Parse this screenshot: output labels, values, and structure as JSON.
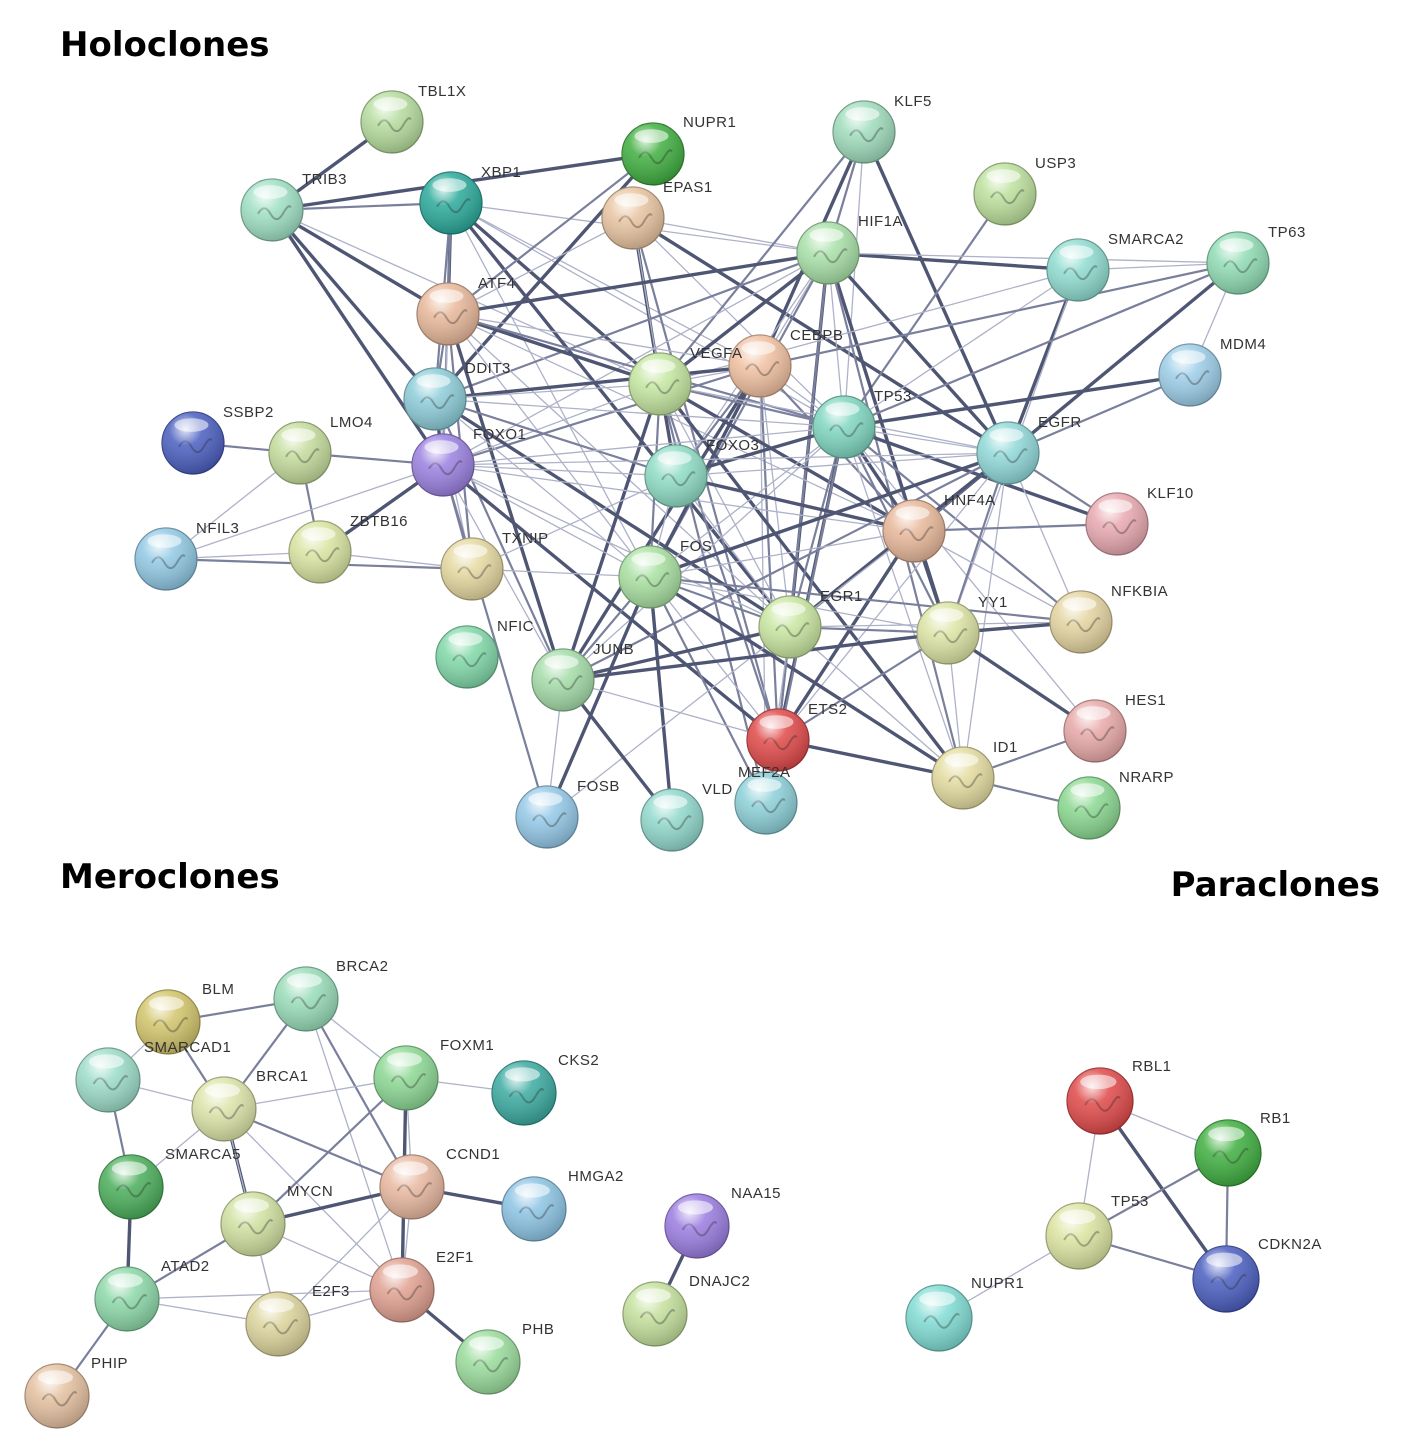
{
  "panels": [
    {
      "id": "holoclones",
      "title": "Holoclones",
      "nodes": [
        {
          "id": "TBL1X",
          "label": "TBL1X",
          "color": "#b5dc9c"
        },
        {
          "id": "NUPR1",
          "label": "NUPR1",
          "color": "#3fae3f"
        },
        {
          "id": "KLF5",
          "label": "KLF5",
          "color": "#9fdcbc"
        },
        {
          "id": "TRIB3",
          "label": "TRIB3",
          "color": "#9fe0c4"
        },
        {
          "id": "XBP1",
          "label": "XBP1",
          "color": "#2aa99a"
        },
        {
          "id": "EPAS1",
          "label": "EPAS1",
          "color": "#e8c4a0"
        },
        {
          "id": "USP3",
          "label": "USP3",
          "color": "#bce09c"
        },
        {
          "id": "HIF1A",
          "label": "HIF1A",
          "color": "#a8e0a8"
        },
        {
          "id": "SMARCA2",
          "label": "SMARCA2",
          "color": "#8fdcd0"
        },
        {
          "id": "TP63",
          "label": "TP63",
          "color": "#8fdcb4"
        },
        {
          "id": "ATF4",
          "label": "ATF4",
          "color": "#e8b89a"
        },
        {
          "id": "CEBPB",
          "label": "CEBPB",
          "color": "#f0c0a0"
        },
        {
          "id": "VEGFA",
          "label": "VEGFA",
          "color": "#c4e6a0"
        },
        {
          "id": "MDM4",
          "label": "MDM4",
          "color": "#9ccde8"
        },
        {
          "id": "DDIT3",
          "label": "DDIT3",
          "color": "#8cccd8"
        },
        {
          "id": "TP53",
          "label": "TP53",
          "color": "#7fd6c0"
        },
        {
          "id": "SSBP2",
          "label": "SSBP2",
          "color": "#4a5ec0"
        },
        {
          "id": "LMO4",
          "label": "LMO4",
          "color": "#c4dc9c"
        },
        {
          "id": "FOXO1",
          "label": "FOXO1",
          "color": "#9a80e0"
        },
        {
          "id": "FOXO3",
          "label": "FOXO3",
          "color": "#8edcc4"
        },
        {
          "id": "EGFR",
          "label": "EGFR",
          "color": "#90d8d8"
        },
        {
          "id": "HNF4A",
          "label": "HNF4A",
          "color": "#e8b89a"
        },
        {
          "id": "KLF10",
          "label": "KLF10",
          "color": "#e8a8b0"
        },
        {
          "id": "NFIL3",
          "label": "NFIL3",
          "color": "#90c8e4"
        },
        {
          "id": "ZBTB16",
          "label": "ZBTB16",
          "color": "#d8e4a0"
        },
        {
          "id": "TXNIP",
          "label": "TXNIP",
          "color": "#e4d8a0"
        },
        {
          "id": "FOS",
          "label": "FOS",
          "color": "#a8e0a0"
        },
        {
          "id": "EGR1",
          "label": "EGR1",
          "color": "#c8e6a0"
        },
        {
          "id": "YY1",
          "label": "YY1",
          "color": "#dce4a4"
        },
        {
          "id": "NFKBIA",
          "label": "NFKBIA",
          "color": "#e4d4a0"
        },
        {
          "id": "NFIC",
          "label": "NFIC",
          "color": "#80d8a8"
        },
        {
          "id": "JUNB",
          "label": "JUNB",
          "color": "#a4dca8"
        },
        {
          "id": "ETS2",
          "label": "ETS2",
          "color": "#e04848"
        },
        {
          "id": "HES1",
          "label": "HES1",
          "color": "#e8a8a8"
        },
        {
          "id": "ID1",
          "label": "ID1",
          "color": "#e4dca0"
        },
        {
          "id": "FOSB",
          "label": "FOSB",
          "color": "#94c8e8"
        },
        {
          "id": "VLDLR",
          "label": "VLD",
          "color": "#90d8cc"
        },
        {
          "id": "MEF2A",
          "label": "MEF2A",
          "color": "#8cd0d8"
        },
        {
          "id": "NRARP",
          "label": "NRARP",
          "color": "#8ad890"
        }
      ],
      "edges": [
        [
          "TBL1X",
          "TRIB3"
        ],
        [
          "TRIB3",
          "XBP1"
        ],
        [
          "TRIB3",
          "ATF4"
        ],
        [
          "TRIB3",
          "DDIT3"
        ],
        [
          "TRIB3",
          "NUPR1"
        ],
        [
          "TRIB3",
          "VEGFA"
        ],
        [
          "TRIB3",
          "FOXO1"
        ],
        [
          "XBP1",
          "ATF4"
        ],
        [
          "XBP1",
          "DDIT3"
        ],
        [
          "XBP1",
          "HIF1A"
        ],
        [
          "XBP1",
          "VEGFA"
        ],
        [
          "XBP1",
          "FOXO1"
        ],
        [
          "XBP1",
          "TP53"
        ],
        [
          "XBP1",
          "FOS"
        ],
        [
          "XBP1",
          "EGR1"
        ],
        [
          "XBP1",
          "CEBPB"
        ],
        [
          "NUPR1",
          "ATF4"
        ],
        [
          "NUPR1",
          "DDIT3"
        ],
        [
          "EPAS1",
          "HIF1A"
        ],
        [
          "EPAS1",
          "VEGFA"
        ],
        [
          "EPAS1",
          "EGFR"
        ],
        [
          "EPAS1",
          "TP53"
        ],
        [
          "EPAS1",
          "ATF4"
        ],
        [
          "EPAS1",
          "ETS2"
        ],
        [
          "EPAS1",
          "FOXO3"
        ],
        [
          "KLF5",
          "HIF1A"
        ],
        [
          "KLF5",
          "VEGFA"
        ],
        [
          "KLF5",
          "CEBPB"
        ],
        [
          "KLF5",
          "EGFR"
        ],
        [
          "KLF5",
          "TP53"
        ],
        [
          "USP3",
          "TP53"
        ],
        [
          "HIF1A",
          "VEGFA"
        ],
        [
          "HIF1A",
          "TP53"
        ],
        [
          "HIF1A",
          "EGFR"
        ],
        [
          "HIF1A",
          "CEBPB"
        ],
        [
          "HIF1A",
          "ATF4"
        ],
        [
          "HIF1A",
          "FOXO3"
        ],
        [
          "HIF1A",
          "FOS"
        ],
        [
          "HIF1A",
          "EGR1"
        ],
        [
          "HIF1A",
          "ETS2"
        ],
        [
          "HIF1A",
          "HNF4A"
        ],
        [
          "HIF1A",
          "SMARCA2"
        ],
        [
          "HIF1A",
          "TP63"
        ],
        [
          "HIF1A",
          "DDIT3"
        ],
        [
          "HIF1A",
          "FOXO1"
        ],
        [
          "HIF1A",
          "YY1"
        ],
        [
          "HIF1A",
          "ID1"
        ],
        [
          "SMARCA2",
          "TP53"
        ],
        [
          "SMARCA2",
          "TP63"
        ],
        [
          "SMARCA2",
          "EGFR"
        ],
        [
          "SMARCA2",
          "VEGFA"
        ],
        [
          "SMARCA2",
          "YY1"
        ],
        [
          "TP63",
          "TP53"
        ],
        [
          "TP63",
          "MDM4"
        ],
        [
          "TP63",
          "EGFR"
        ],
        [
          "TP63",
          "CEBPB"
        ],
        [
          "TP63",
          "HNF4A"
        ],
        [
          "ATF4",
          "DDIT3"
        ],
        [
          "ATF4",
          "CEBPB"
        ],
        [
          "ATF4",
          "VEGFA"
        ],
        [
          "ATF4",
          "FOXO1"
        ],
        [
          "ATF4",
          "TP53"
        ],
        [
          "ATF4",
          "FOS"
        ],
        [
          "ATF4",
          "EGR1"
        ],
        [
          "ATF4",
          "JUNB"
        ],
        [
          "ATF4",
          "TXNIP"
        ],
        [
          "ATF4",
          "HNF4A"
        ],
        [
          "CEBPB",
          "VEGFA"
        ],
        [
          "CEBPB",
          "TP53"
        ],
        [
          "CEBPB",
          "FOS"
        ],
        [
          "CEBPB",
          "EGR1"
        ],
        [
          "CEBPB",
          "DDIT3"
        ],
        [
          "CEBPB",
          "FOXO1"
        ],
        [
          "CEBPB",
          "FOXO3"
        ],
        [
          "CEBPB",
          "JUNB"
        ],
        [
          "CEBPB",
          "ETS2"
        ],
        [
          "CEBPB",
          "HNF4A"
        ],
        [
          "CEBPB",
          "MEF2A"
        ],
        [
          "VEGFA",
          "TP53"
        ],
        [
          "VEGFA",
          "FOS"
        ],
        [
          "VEGFA",
          "EGR1"
        ],
        [
          "VEGFA",
          "DDIT3"
        ],
        [
          "VEGFA",
          "FOXO1"
        ],
        [
          "VEGFA",
          "FOXO3"
        ],
        [
          "VEGFA",
          "EGFR"
        ],
        [
          "VEGFA",
          "HNF4A"
        ],
        [
          "VEGFA",
          "ETS2"
        ],
        [
          "VEGFA",
          "JUNB"
        ],
        [
          "VEGFA",
          "ID1"
        ],
        [
          "VEGFA",
          "MEF2A"
        ],
        [
          "MDM4",
          "TP53"
        ],
        [
          "MDM4",
          "EGFR"
        ],
        [
          "DDIT3",
          "FOXO1"
        ],
        [
          "DDIT3",
          "TP53"
        ],
        [
          "DDIT3",
          "FOS"
        ],
        [
          "DDIT3",
          "JUNB"
        ],
        [
          "DDIT3",
          "EGR1"
        ],
        [
          "DDIT3",
          "FOXO3"
        ],
        [
          "DDIT3",
          "TXNIP"
        ],
        [
          "TP53",
          "EGFR"
        ],
        [
          "TP53",
          "HNF4A"
        ],
        [
          "TP53",
          "FOS"
        ],
        [
          "TP53",
          "EGR1"
        ],
        [
          "TP53",
          "FOXO1"
        ],
        [
          "TP53",
          "FOXO3"
        ],
        [
          "TP53",
          "YY1"
        ],
        [
          "TP53",
          "ETS2"
        ],
        [
          "TP53",
          "ID1"
        ],
        [
          "TP53",
          "KLF10"
        ],
        [
          "TP53",
          "NFKBIA"
        ],
        [
          "TP53",
          "JUNB"
        ],
        [
          "TP53",
          "MEF2A"
        ],
        [
          "TP53",
          "HES1"
        ],
        [
          "SSBP2",
          "LMO4"
        ],
        [
          "LMO4",
          "FOXO1"
        ],
        [
          "LMO4",
          "NFIL3"
        ],
        [
          "LMO4",
          "ZBTB16"
        ],
        [
          "FOXO1",
          "FOXO3"
        ],
        [
          "FOXO1",
          "FOS"
        ],
        [
          "FOXO1",
          "TXNIP"
        ],
        [
          "FOXO1",
          "EGFR"
        ],
        [
          "FOXO1",
          "JUNB"
        ],
        [
          "FOXO1",
          "ETS2"
        ],
        [
          "FOXO1",
          "HNF4A"
        ],
        [
          "FOXO1",
          "EGR1"
        ],
        [
          "FOXO1",
          "ZBTB16"
        ],
        [
          "FOXO1",
          "NFIL3"
        ],
        [
          "FOXO1",
          "FOSB"
        ],
        [
          "FOXO3",
          "FOS"
        ],
        [
          "FOXO3",
          "EGFR"
        ],
        [
          "FOXO3",
          "TXNIP"
        ],
        [
          "FOXO3",
          "EGR1"
        ],
        [
          "FOXO3",
          "HNF4A"
        ],
        [
          "EGFR",
          "HNF4A"
        ],
        [
          "EGFR",
          "FOS"
        ],
        [
          "EGFR",
          "EGR1"
        ],
        [
          "EGFR",
          "KLF10"
        ],
        [
          "EGFR",
          "NFKBIA"
        ],
        [
          "EGFR",
          "YY1"
        ],
        [
          "EGFR",
          "ID1"
        ],
        [
          "EGFR",
          "JUNB"
        ],
        [
          "EGFR",
          "ETS2"
        ],
        [
          "HNF4A",
          "FOS"
        ],
        [
          "HNF4A",
          "EGR1"
        ],
        [
          "HNF4A",
          "YY1"
        ],
        [
          "HNF4A",
          "NFKBIA"
        ],
        [
          "HNF4A",
          "KLF10"
        ],
        [
          "HNF4A",
          "ETS2"
        ],
        [
          "NFIL3",
          "ZBTB16"
        ],
        [
          "NFIL3",
          "TXNIP"
        ],
        [
          "ZBTB16",
          "TXNIP"
        ],
        [
          "TXNIP",
          "FOS"
        ],
        [
          "FOS",
          "EGR1"
        ],
        [
          "FOS",
          "JUNB"
        ],
        [
          "FOS",
          "FOSB"
        ],
        [
          "FOS",
          "ETS2"
        ],
        [
          "FOS",
          "YY1"
        ],
        [
          "FOS",
          "NFKBIA"
        ],
        [
          "FOS",
          "VLDLR"
        ],
        [
          "FOS",
          "MEF2A"
        ],
        [
          "FOS",
          "ID1"
        ],
        [
          "EGR1",
          "YY1"
        ],
        [
          "EGR1",
          "JUNB"
        ],
        [
          "EGR1",
          "ETS2"
        ],
        [
          "EGR1",
          "NFKBIA"
        ],
        [
          "EGR1",
          "MEF2A"
        ],
        [
          "EGR1",
          "ID1"
        ],
        [
          "EGR1",
          "FOSB"
        ],
        [
          "YY1",
          "NFKBIA"
        ],
        [
          "YY1",
          "ID1"
        ],
        [
          "YY1",
          "JUNB"
        ],
        [
          "YY1",
          "ETS2"
        ],
        [
          "JUNB",
          "FOSB"
        ],
        [
          "JUNB",
          "ETS2"
        ],
        [
          "JUNB",
          "VLDLR"
        ],
        [
          "ETS2",
          "ID1"
        ],
        [
          "ETS2",
          "MEF2A"
        ],
        [
          "ID1",
          "HES1"
        ],
        [
          "ID1",
          "NRARP"
        ],
        [
          "HES1",
          "YY1"
        ]
      ]
    },
    {
      "id": "meroclones",
      "title": "Meroclones",
      "nodes": [
        {
          "id": "BLM",
          "label": "BLM",
          "color": "#d2c46a"
        },
        {
          "id": "BRCA2",
          "label": "BRCA2",
          "color": "#98dcb8"
        },
        {
          "id": "SMARCAD1",
          "label": "SMARCAD1",
          "color": "#9cdcc8"
        },
        {
          "id": "FOXM1",
          "label": "FOXM1",
          "color": "#8cd894"
        },
        {
          "id": "CKS2",
          "label": "CKS2",
          "color": "#3aaaa0"
        },
        {
          "id": "BRCA1",
          "label": "BRCA1",
          "color": "#dce4a8"
        },
        {
          "id": "SMARCA5",
          "label": "SMARCA5",
          "color": "#4aae5a"
        },
        {
          "id": "CCND1",
          "label": "CCND1",
          "color": "#e8b8a0"
        },
        {
          "id": "HMGA2",
          "label": "HMGA2",
          "color": "#8cc4e4"
        },
        {
          "id": "MYCN",
          "label": "MYCN",
          "color": "#d0e0a0"
        },
        {
          "id": "NAA15",
          "label": "NAA15",
          "color": "#9a7ce0"
        },
        {
          "id": "ATAD2",
          "label": "ATAD2",
          "color": "#8cd8a8"
        },
        {
          "id": "E2F1",
          "label": "E2F1",
          "color": "#e0a090"
        },
        {
          "id": "E2F3",
          "label": "E2F3",
          "color": "#dcd49c"
        },
        {
          "id": "DNAJC2",
          "label": "DNAJC2",
          "color": "#c4e09c"
        },
        {
          "id": "PHB",
          "label": "PHB",
          "color": "#9adc9c"
        },
        {
          "id": "PHIP",
          "label": "PHIP",
          "color": "#e4c0a0"
        }
      ],
      "edges": [
        [
          "BLM",
          "BRCA2"
        ],
        [
          "BLM",
          "BRCA1"
        ],
        [
          "BLM",
          "SMARCAD1"
        ],
        [
          "BRCA2",
          "BRCA1"
        ],
        [
          "BRCA2",
          "FOXM1"
        ],
        [
          "BRCA2",
          "CCND1"
        ],
        [
          "BRCA2",
          "E2F1"
        ],
        [
          "SMARCAD1",
          "SMARCA5"
        ],
        [
          "SMARCAD1",
          "BRCA1"
        ],
        [
          "BRCA1",
          "FOXM1"
        ],
        [
          "BRCA1",
          "CCND1"
        ],
        [
          "BRCA1",
          "E2F1"
        ],
        [
          "BRCA1",
          "MYCN"
        ],
        [
          "BRCA1",
          "E2F3"
        ],
        [
          "BRCA1",
          "SMARCA5"
        ],
        [
          "FOXM1",
          "CKS2"
        ],
        [
          "FOXM1",
          "CCND1"
        ],
        [
          "FOXM1",
          "MYCN"
        ],
        [
          "FOXM1",
          "E2F1"
        ],
        [
          "CCND1",
          "HMGA2"
        ],
        [
          "CCND1",
          "E2F1"
        ],
        [
          "CCND1",
          "E2F3"
        ],
        [
          "CCND1",
          "MYCN"
        ],
        [
          "MYCN",
          "E2F1"
        ],
        [
          "MYCN",
          "E2F3"
        ],
        [
          "MYCN",
          "ATAD2"
        ],
        [
          "SMARCA5",
          "ATAD2"
        ],
        [
          "ATAD2",
          "E2F3"
        ],
        [
          "ATAD2",
          "E2F1"
        ],
        [
          "ATAD2",
          "PHIP"
        ],
        [
          "E2F1",
          "E2F3"
        ],
        [
          "E2F1",
          "PHB"
        ],
        [
          "NAA15",
          "DNAJC2"
        ]
      ]
    },
    {
      "id": "paraclones",
      "title": "Paraclones",
      "nodes": [
        {
          "id": "RBL1",
          "label": "RBL1",
          "color": "#e04848"
        },
        {
          "id": "RB1",
          "label": "RB1",
          "color": "#3fae3f"
        },
        {
          "id": "TP53",
          "label": "TP53",
          "color": "#dce4a0"
        },
        {
          "id": "CDKN2A",
          "label": "CDKN2A",
          "color": "#4a5ec0"
        },
        {
          "id": "NUPR1",
          "label": "NUPR1",
          "color": "#80dcd4"
        }
      ],
      "edges": [
        [
          "RBL1",
          "RB1"
        ],
        [
          "RBL1",
          "TP53"
        ],
        [
          "RBL1",
          "CDKN2A"
        ],
        [
          "RB1",
          "TP53"
        ],
        [
          "RB1",
          "CDKN2A"
        ],
        [
          "TP53",
          "CDKN2A"
        ],
        [
          "TP53",
          "NUPR1"
        ]
      ]
    }
  ]
}
